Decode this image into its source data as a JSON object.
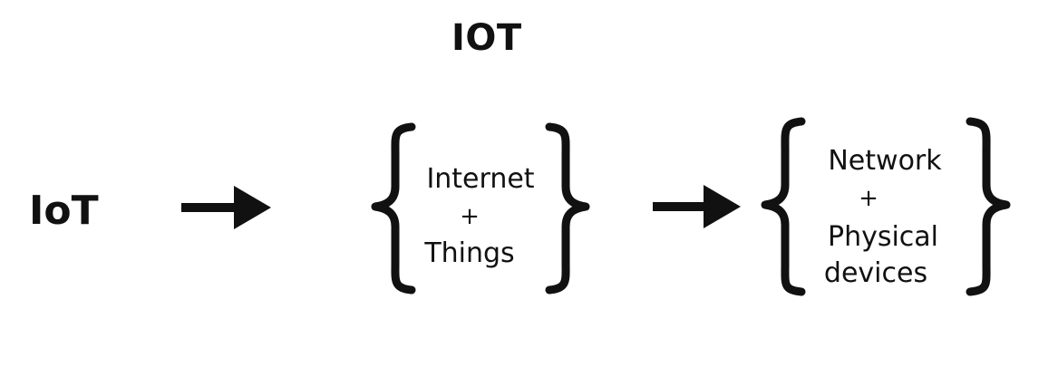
{
  "title": "IOT",
  "term": "IoT",
  "step1": {
    "line1": "Internet",
    "plus": "+",
    "line2": "Things"
  },
  "step2": {
    "line1": "Network",
    "plus": "+",
    "line2": "Physical",
    "line3": "devices"
  },
  "colors": {
    "ink": "#111111",
    "background": "#ffffff"
  },
  "icons": [
    "arrow-right-icon",
    "curly-brace-left-icon",
    "curly-brace-right-icon"
  ]
}
